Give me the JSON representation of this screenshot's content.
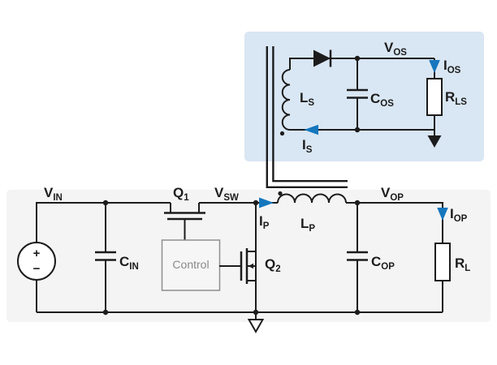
{
  "colors": {
    "voltage_label": "#A6192E",
    "current_label": "#1576BD",
    "wire": "#1C1C1C",
    "secondary_panel_bg": "#D9E6F3",
    "primary_panel_bg": "#F4F4F5",
    "control_border": "#8F8F8F",
    "control_text": "#8A8A8A"
  },
  "secondary": {
    "v_os": {
      "m": "V",
      "s": "OS"
    },
    "i_os": {
      "m": "I",
      "s": "OS"
    },
    "l_s": {
      "m": "L",
      "s": "S"
    },
    "c_os": {
      "m": "C",
      "s": "OS"
    },
    "r_ls": {
      "m": "R",
      "s": "LS"
    },
    "i_s": {
      "m": "I",
      "s": "S"
    }
  },
  "primary": {
    "v_in": {
      "m": "V",
      "s": "IN"
    },
    "q_1": {
      "m": "Q",
      "s": "1"
    },
    "v_sw": {
      "m": "V",
      "s": "SW"
    },
    "i_p": {
      "m": "I",
      "s": "P"
    },
    "l_p": {
      "m": "L",
      "s": "P"
    },
    "v_op": {
      "m": "V",
      "s": "OP"
    },
    "i_op": {
      "m": "I",
      "s": "OP"
    },
    "c_in": {
      "m": "C",
      "s": "IN"
    },
    "q_2": {
      "m": "Q",
      "s": "2"
    },
    "c_op": {
      "m": "C",
      "s": "OP"
    },
    "r_l": {
      "m": "R",
      "s": "L"
    },
    "control_label": "Control",
    "source_plus": "+",
    "source_minus": "−"
  }
}
